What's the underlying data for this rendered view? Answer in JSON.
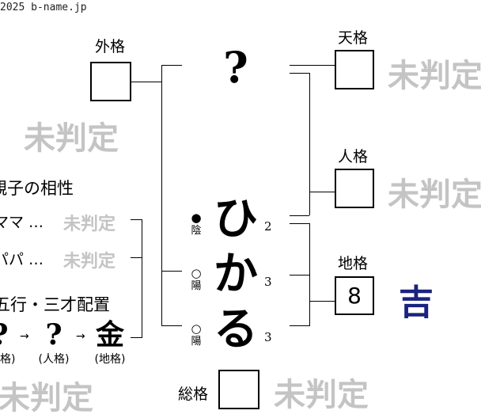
{
  "copyright": "2025 b-name.jp",
  "labels": {
    "gaikaku": "外格",
    "tenkaku": "天格",
    "jinkaku": "人格",
    "chikaku": "地格",
    "soukaku": "総格"
  },
  "boxes": {
    "gaikaku": "",
    "tenkaku": "",
    "jinkaku": "",
    "chikaku": "8",
    "soukaku": ""
  },
  "surname_placeholder": "?",
  "name_chars": [
    {
      "char": "ひ",
      "strokes": "2",
      "mark": "●",
      "yinyang": "陰"
    },
    {
      "char": "か",
      "strokes": "3",
      "mark": "○",
      "yinyang": "陽"
    },
    {
      "char": "る",
      "strokes": "3",
      "mark": "○",
      "yinyang": "陽"
    }
  ],
  "undetermined": "未判定",
  "chikaku_result": "吉",
  "compatibility": {
    "title": "親子の相性",
    "mama_label": "ママ …",
    "papa_label": "パパ …",
    "mama_result": "未判定",
    "papa_result": "未判定"
  },
  "gogyo": {
    "title": "五行・三才配置",
    "items": [
      {
        "char": "?",
        "label": "(天格)"
      },
      {
        "char": "?",
        "label": "(人格)"
      },
      {
        "char": "金",
        "label": "(地格)"
      }
    ],
    "arrow": "→"
  }
}
